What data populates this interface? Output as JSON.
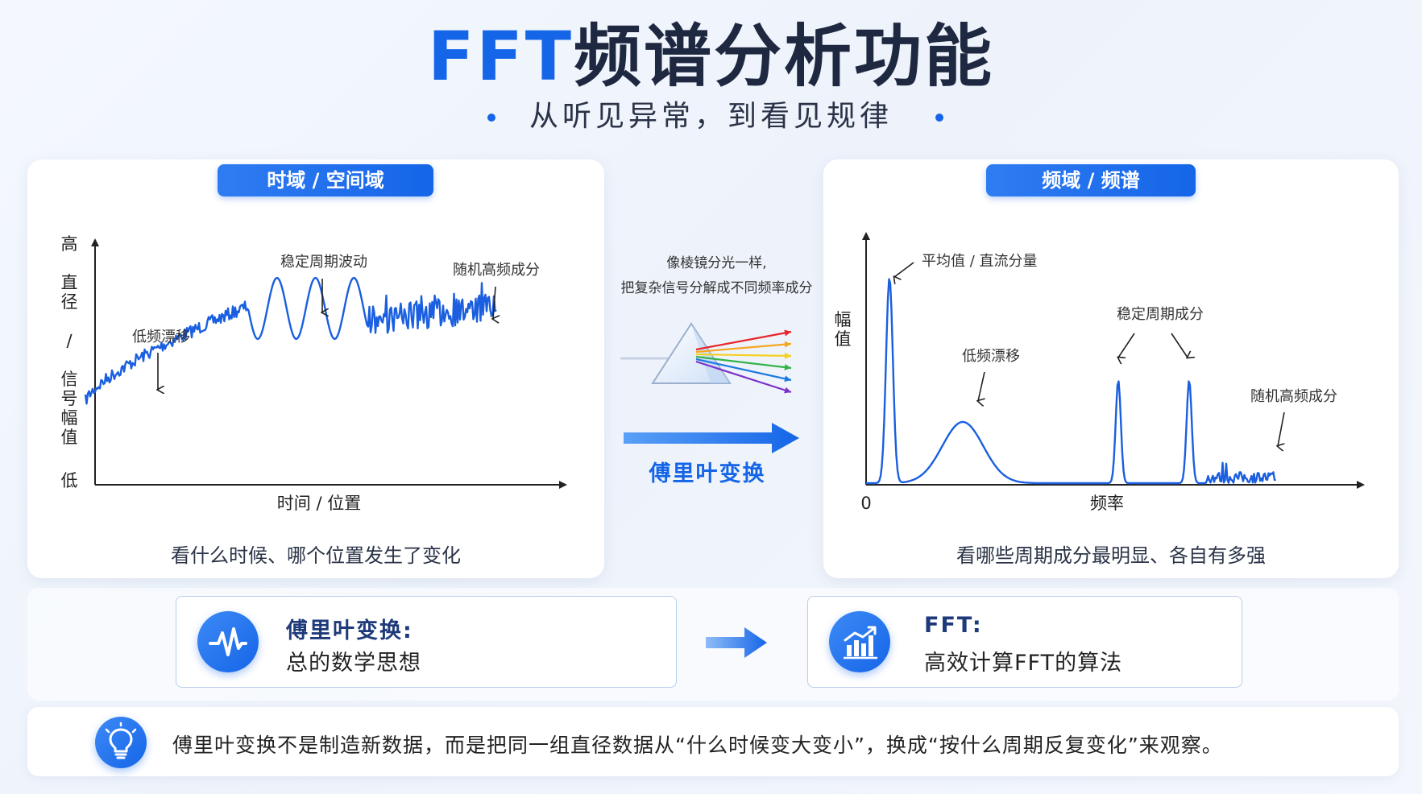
{
  "header": {
    "title_en": "FFT",
    "title_zh": "频谱分析功能",
    "subtitle": "从听见异常，到看见规律"
  },
  "left_panel": {
    "tag": "时域 / 空间域",
    "y_axis_high": "高",
    "y_axis_label": "直径 / 信号幅值",
    "y_axis_low": "低",
    "x_axis_label": "时间 / 位置",
    "annotations": {
      "drift": "低频漂移",
      "periodic": "稳定周期波动",
      "noise": "随机高频成分"
    },
    "caption": "看什么时候、哪个位置发生了变化"
  },
  "middle": {
    "prism_text_1": "像棱镜分光一样,",
    "prism_text_2": "把复杂信号分解成不同频率成分",
    "transform_label": "傅里叶变换",
    "ray_colors": [
      "#e8262a",
      "#f5a623",
      "#f5d020",
      "#34b24a",
      "#1f7ae0",
      "#7a32c8"
    ]
  },
  "right_panel": {
    "tag": "频域 / 频谱",
    "y_axis_label": "幅值",
    "x_origin": "0",
    "x_axis_label": "频率",
    "annotations": {
      "dc": "平均值 / 直流分量",
      "drift": "低频漂移",
      "periodic": "稳定周期成分",
      "noise": "随机高频成分"
    },
    "caption": "看哪些周期成分最明显、各自有多强"
  },
  "bottom_boxes": {
    "fourier": {
      "title": "傅里叶变换:",
      "text": "总的数学思想",
      "icon": "waveform-icon"
    },
    "fft": {
      "title": "FFT:",
      "text": "高效计算FFT的算法",
      "icon": "bar-chart-icon"
    }
  },
  "tip": {
    "icon": "lightbulb-icon",
    "text": "傅里叶变换不是制造新数据，而是把同一组直径数据从“什么时候变大变小”，换成“按什么周期反复变化”来观察。"
  },
  "colors": {
    "accent": "#1565e8",
    "dark_title": "#1e2840",
    "curve": "#1a5fe0"
  }
}
